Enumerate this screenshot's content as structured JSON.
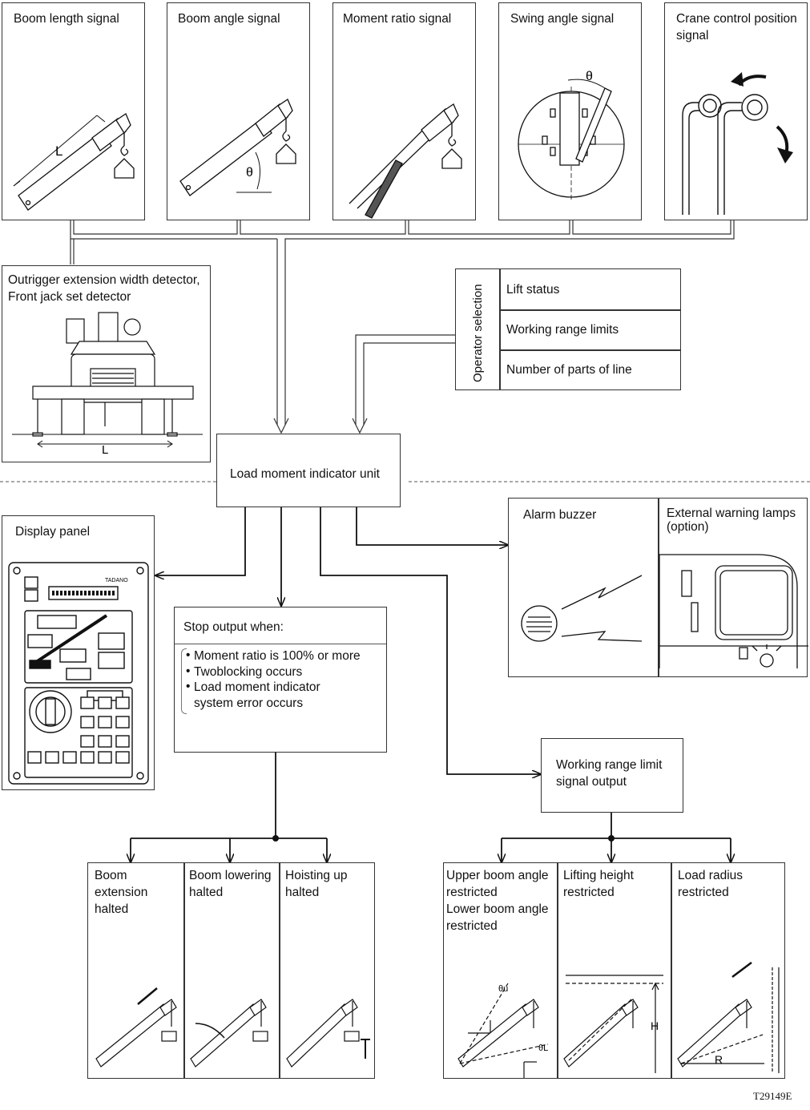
{
  "signals": {
    "boom_length": "Boom length signal",
    "boom_angle": "Boom angle signal",
    "moment_ratio": "Moment ratio signal",
    "swing_angle": "Swing angle signal",
    "crane_control": "Crane control position\nsignal"
  },
  "outrigger": {
    "title": "Outrigger extension width detector,\nFront jack set detector",
    "dim_label": "L"
  },
  "operator_selection": {
    "title": "Operator selection",
    "items": [
      "Lift status",
      "Working range limits",
      "Number of parts of line"
    ]
  },
  "lmi_unit": "Load moment indicator unit",
  "display_panel": "Display panel",
  "alarm_buzzer": "Alarm buzzer",
  "warning_lamps": "External warning lamps\n(option)",
  "stop_output": {
    "title": "Stop output when:",
    "items": [
      "Moment ratio is 100% or more",
      "Twoblocking occurs",
      "Load moment indicator",
      "system error occurs"
    ]
  },
  "working_range_output": "Working range limit\n signal output",
  "stop_results": [
    "Boom\nextension\nhalted",
    "Boom lowering\nhalted",
    "Hoisting up\nhalted"
  ],
  "limit_results": [
    "Upper boom angle\nrestricted\nLower boom angle\nrestricted",
    "Lifting height\nrestricted",
    "Load radius\nrestricted"
  ],
  "symbols": {
    "L": "L",
    "theta": "θ",
    "theta_u": "θu",
    "theta_l": "θL",
    "H": "H",
    "R": "R"
  },
  "panel_brand": "TADANO",
  "doc_code": "T29149E"
}
